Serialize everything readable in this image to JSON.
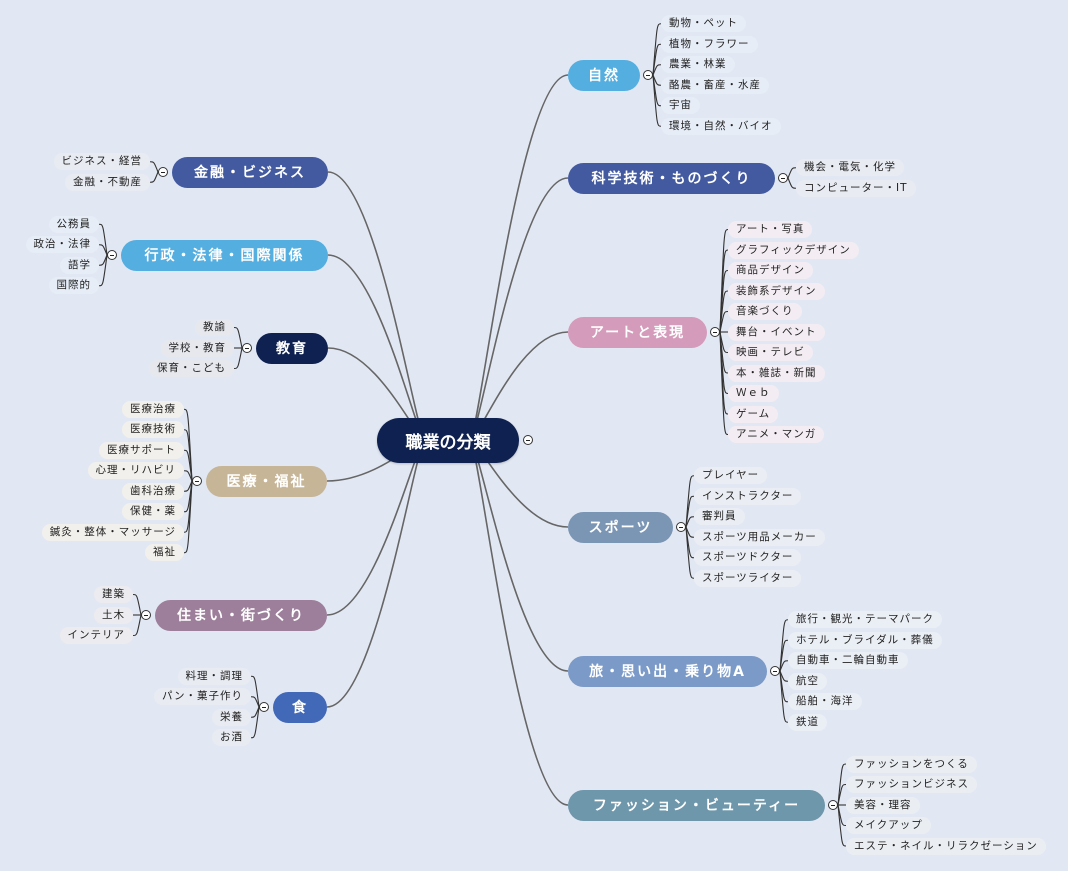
{
  "root": {
    "label": "職業の分類",
    "color": "#0f2150"
  },
  "branches": [
    {
      "side": "right",
      "label": "自然",
      "color": "#55aee0",
      "child_bg": "#e6edf7",
      "children": [
        "動物・ペット",
        "植物・フラワー",
        "農業・林業",
        "酪農・畜産・水産",
        "宇宙",
        "環境・自然・バイオ"
      ]
    },
    {
      "side": "right",
      "label": "科学技術・ものづくり",
      "color": "#435aa0",
      "child_bg": "#e8ebf2",
      "children": [
        "機会・電気・化学",
        "コンピューター・IT"
      ]
    },
    {
      "side": "right",
      "label": "アートと表現",
      "color": "#d49bbb",
      "child_bg": "#f3edf3",
      "children": [
        "アート・写真",
        "グラフィックデザイン",
        "商品デザイン",
        "装飾系デザイン",
        "音楽づくり",
        "舞台・イベント",
        "映画・テレビ",
        "本・雑誌・新聞",
        "Ｗｅｂ",
        "ゲーム",
        "アニメ・マンガ"
      ]
    },
    {
      "side": "right",
      "label": "スポーツ",
      "color": "#7b96b5",
      "child_bg": "#eaedf3",
      "children": [
        "プレイヤー",
        "インストラクター",
        "審判員",
        "スポーツ用品メーカー",
        "スポーツドクター",
        "スポーツライター"
      ]
    },
    {
      "side": "right",
      "label": "旅・思い出・乗り物A",
      "color": "#7b9ac8",
      "child_bg": "#eaeef5",
      "children": [
        "旅行・観光・テーマパーク",
        "ホテル・ブライダル・葬儀",
        "自動車・二輪自動車",
        "航空",
        "船舶・海洋",
        "鉄道"
      ]
    },
    {
      "side": "right",
      "label": "ファッション・ビューティー",
      "color": "#6e97ab",
      "child_bg": "#eaeef3",
      "children": [
        "ファッションをつくる",
        "ファッションビジネス",
        "美容・理容",
        "メイクアップ",
        "エステ・ネイル・リラクゼーション"
      ]
    },
    {
      "side": "left",
      "label": "金融・ビジネス",
      "color": "#435aa0",
      "child_bg": "#e8ebf2",
      "children": [
        "ビジネス・経営",
        "金融・不動産"
      ]
    },
    {
      "side": "left",
      "label": "行政・法律・国際関係",
      "color": "#55aee0",
      "child_bg": "#e6edf7",
      "children": [
        "公務員",
        "政治・法律",
        "語学",
        "国際的"
      ]
    },
    {
      "side": "left",
      "label": "教育",
      "color": "#0f2150",
      "child_bg": "#e6e8ee",
      "children": [
        "教諭",
        "学校・教育",
        "保育・こども"
      ]
    },
    {
      "side": "left",
      "label": "医療・福祉",
      "color": "#c7b597",
      "child_bg": "#f2f0ec",
      "children": [
        "医療治療",
        "医療技術",
        "医療サポート",
        "心理・リハビリ",
        "歯科治療",
        "保健・薬",
        "鍼灸・整体・マッサージ",
        "福祉"
      ]
    },
    {
      "side": "left",
      "label": "住まい・街づくり",
      "color": "#9d7f9b",
      "child_bg": "#ecebef",
      "children": [
        "建築",
        "土木",
        "インテリア"
      ]
    },
    {
      "side": "left",
      "label": "食",
      "color": "#4268b8",
      "child_bg": "#e8ebf2",
      "children": [
        "料理・調理",
        "パン・菓子作り",
        "栄養",
        "お酒"
      ]
    }
  ]
}
